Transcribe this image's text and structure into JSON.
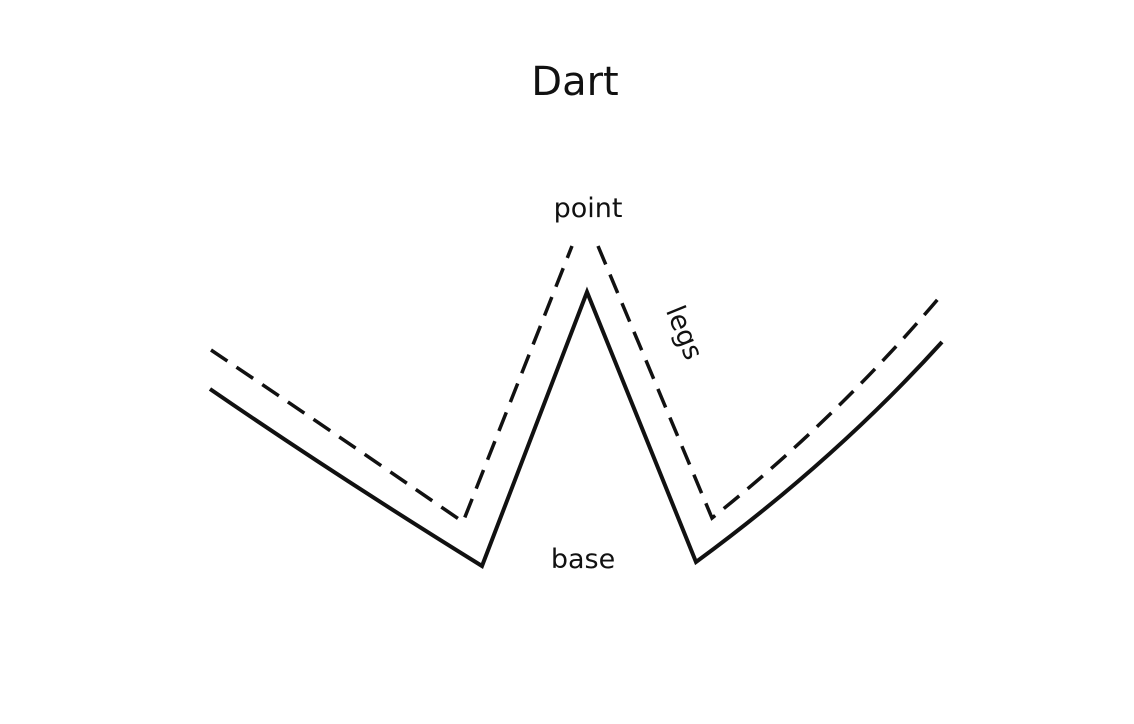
{
  "title": "Dart",
  "labels": {
    "point": "point",
    "legs": "legs",
    "base": "base"
  },
  "colors": {
    "line": "#111111",
    "background": "#ffffff"
  },
  "lines": {
    "outer": "solid",
    "inner": "dashed"
  }
}
